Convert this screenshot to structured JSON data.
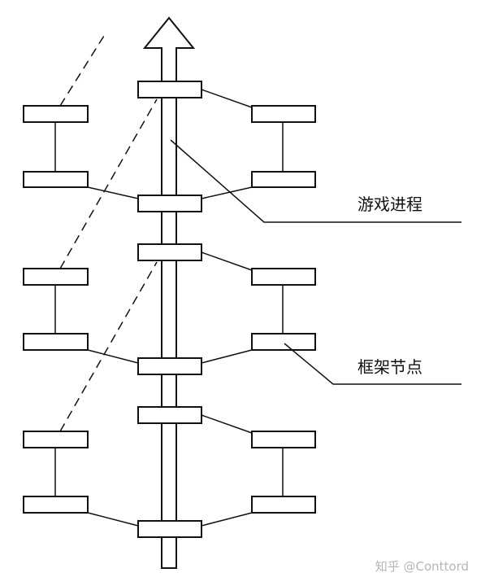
{
  "labels": {
    "game_progress": "游戏进程",
    "frame_node": "框架节点"
  },
  "watermark": "知乎 @Conttord",
  "colors": {
    "stroke": "#111111",
    "fill": "#ffffff",
    "watermark": "#b5b5b5"
  }
}
